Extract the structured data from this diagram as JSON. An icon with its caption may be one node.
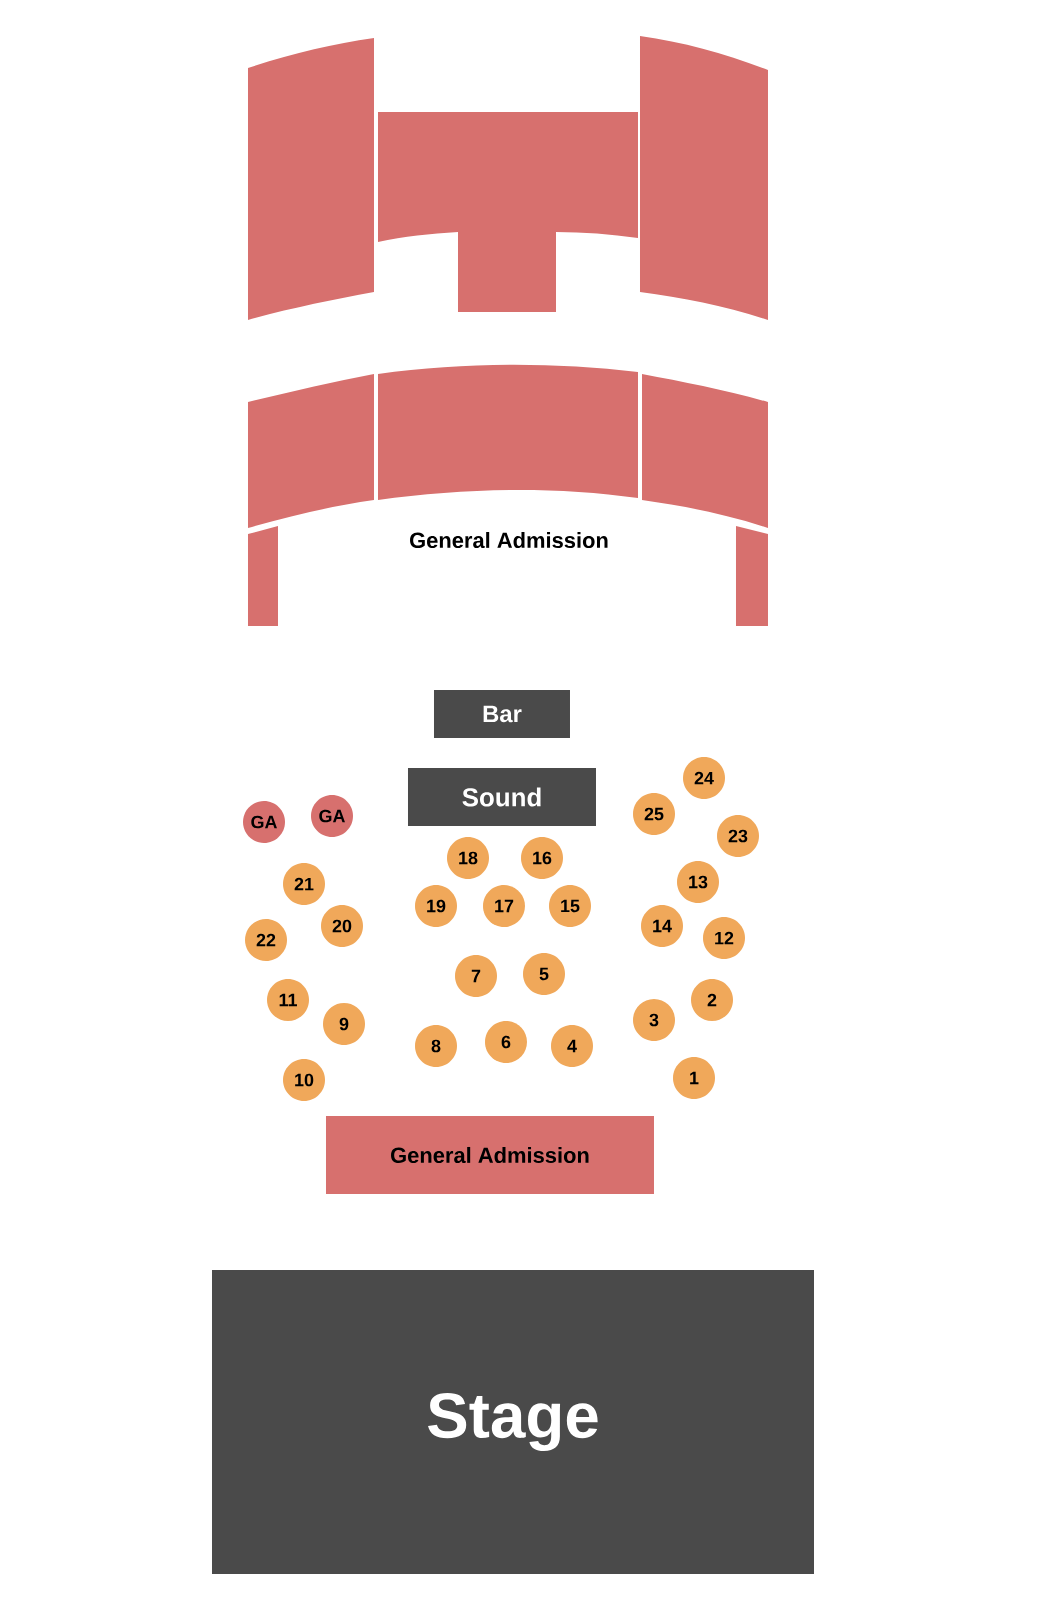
{
  "diagram": {
    "nodes": [
      {
        "text": [],
        "shape": "box"
      },
      {
        "text": [],
        "shape": "box"
      },
      {
        "text": [],
        "shape": "box"
      },
      {
        "text": [],
        "shape": "box"
      },
      {
        "text": [],
        "shape": "box"
      },
      {
        "text": [],
        "shape": "box"
      },
      {
        "text": [],
        "shape": "box"
      },
      {
        "text": [],
        "shape": "box"
      },
      {
        "text": [
          "Bar"
        ]
      },
      {
        "text": [
          "Sound"
        ]
      },
      {
        "text": [
          "24"
        ]
      },
      {
        "text": [
          "GA"
        ]
      },
      {
        "text": [
          "GA"
        ]
      },
      {
        "text": [
          "25"
        ]
      },
      {
        "text": [
          "23"
        ]
      },
      {
        "text": [
          "18"
        ]
      },
      {
        "text": [
          "16"
        ]
      },
      {
        "text": [
          "21"
        ]
      },
      {
        "text": [
          "13"
        ]
      },
      {
        "text": [
          "19"
        ]
      },
      {
        "text": [
          "17"
        ]
      },
      {
        "text": [
          "15"
        ]
      },
      {
        "text": [
          "20"
        ]
      },
      {
        "text": [
          "14"
        ]
      },
      {
        "text": [
          "22"
        ]
      },
      {
        "text": [
          "12"
        ]
      },
      {
        "text": [
          "7"
        ]
      },
      {
        "text": [
          "5"
        ]
      },
      {
        "text": [
          "11"
        ]
      },
      {
        "text": [
          "2"
        ]
      },
      {
        "text": [
          "3"
        ]
      },
      {
        "text": [
          "9"
        ]
      },
      {
        "text": [
          "8"
        ]
      },
      {
        "text": [
          "6"
        ]
      },
      {
        "text": [
          "4"
        ]
      },
      {
        "text": [
          "10"
        ]
      },
      {
        "text": [
          "1"
        ]
      },
      {
        "text": [
          "General Admission"
        ]
      },
      {
        "text": [
          "Stage"
        ]
      }
    ],
    "labels": [
      "General Admission"
    ]
  }
}
